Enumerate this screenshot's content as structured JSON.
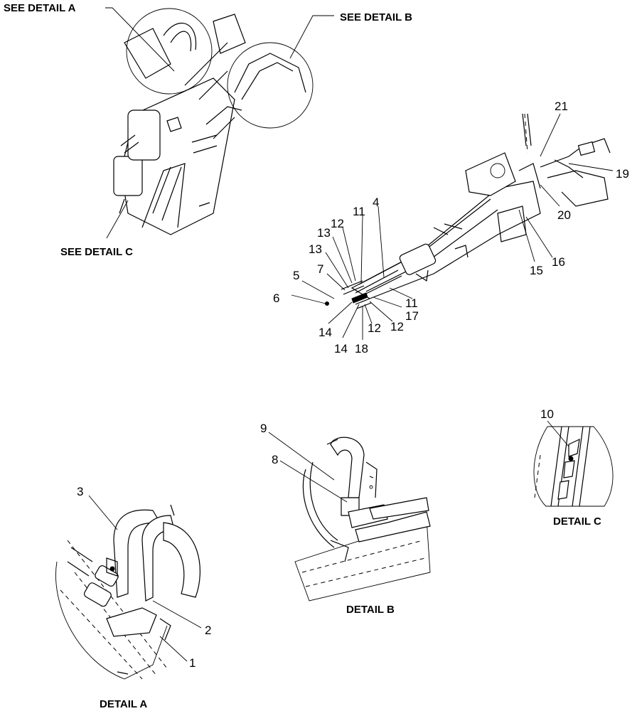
{
  "callouts": {
    "c1": "1",
    "c2": "2",
    "c3": "3",
    "c4": "4",
    "c5": "5",
    "c6": "6",
    "c7": "7",
    "c8": "8",
    "c9": "9",
    "c10": "10",
    "c11a": "11",
    "c11b": "11",
    "c12a": "12",
    "c12b": "12",
    "c12c": "12",
    "c13a": "13",
    "c13b": "13",
    "c14a": "14",
    "c14b": "14",
    "c15": "15",
    "c16": "16",
    "c17": "17",
    "c18": "18",
    "c19": "19",
    "c20": "20",
    "c21": "21"
  },
  "captions": {
    "see_detail_a": "SEE DETAIL  A",
    "see_detail_b": "SEE DETAIL  B",
    "see_detail_c": "SEE DETAIL  C",
    "detail_a": "DETAIL  A",
    "detail_b": "DETAIL  B",
    "detail_c": "DETAIL  C"
  }
}
